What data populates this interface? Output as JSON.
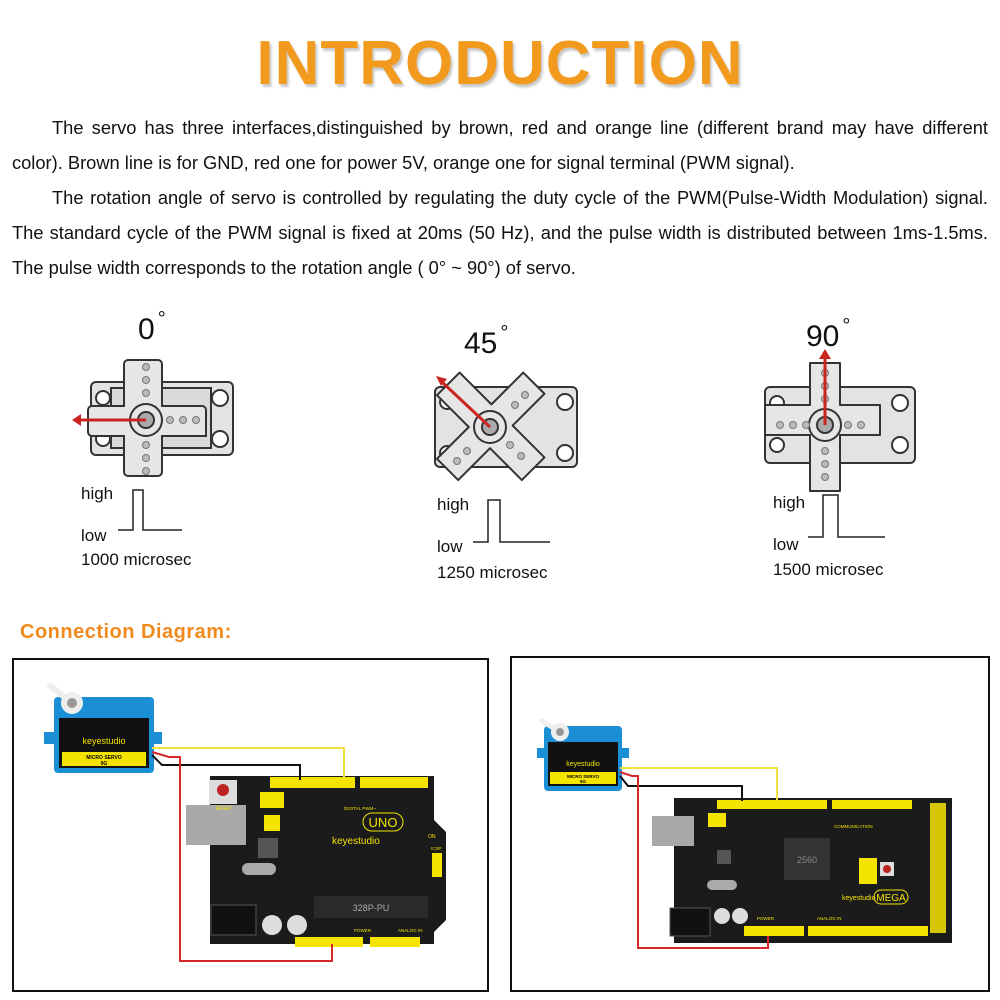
{
  "title": "INTRODUCTION",
  "paragraphs": [
    "The servo has three interfaces,distinguished by brown, red and orange line (different brand may have different color). Brown line is for GND, red one for power 5V, orange one for signal terminal (PWM signal).",
    "The rotation angle of servo is controlled by regulating the duty cycle of the PWM(Pulse-Width Modulation) signal. The standard cycle of the PWM signal is fixed at 20ms (50 Hz), and the pulse width is distributed between 1ms-1.5ms. The pulse width corresponds to the rotation angle ( 0° ~ 90°) of servo."
  ],
  "positions": [
    {
      "angle": "0",
      "degree": "°",
      "high": "high",
      "low": "low",
      "pulse": "1000 microsec"
    },
    {
      "angle": "45",
      "degree": "°",
      "high": "high",
      "low": "low",
      "pulse": "1250 microsec"
    },
    {
      "angle": "90",
      "degree": "°",
      "high": "high",
      "low": "low",
      "pulse": "1500 microsec"
    }
  ],
  "connection_heading": "Connection Diagram:",
  "diagrams": {
    "uno": {
      "brand": "keyestudio",
      "servo_label": "MICRO SERVO",
      "servo_size": "9G",
      "board": "UNO",
      "chip": "328P-PU",
      "reset": "RESET",
      "digital": "DIGITAL PWM~",
      "power": "POWER",
      "analog": "ANALOG IN",
      "on": "ON",
      "icsp": "ICSP"
    },
    "mega": {
      "brand": "keyestudio",
      "servo_label": "MICRO SERVO",
      "servo_size": "9G",
      "board": "MEGA",
      "chip": "2560",
      "communication": "COMMUNICATION",
      "power": "POWER",
      "analog": "ANALOG IN"
    }
  },
  "colors": {
    "title": "#f29a1e",
    "heading": "#f08a1d",
    "arrow": "#c8261e",
    "servo_blue": "#1a8fd6",
    "board": "#1b1b1b",
    "header": "#f5e400"
  }
}
